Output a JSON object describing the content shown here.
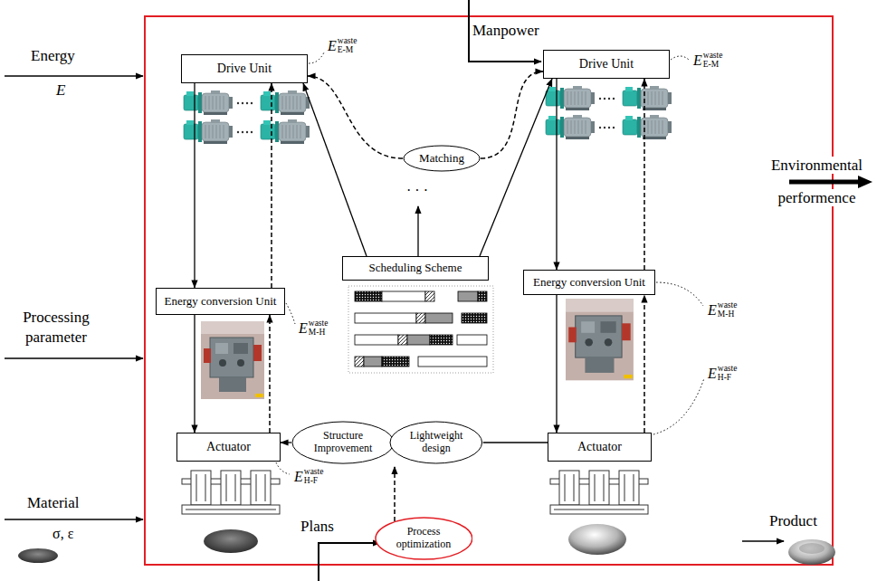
{
  "diagram": {
    "nodes": [
      {
        "text": [
          "Drive Unit"
        ]
      },
      {
        "text": [
          "Drive Unit"
        ]
      },
      {
        "text": [
          "Matching"
        ]
      },
      {
        "text": [
          "Energy conversion Unit"
        ]
      },
      {
        "text": [
          "Scheduling Scheme"
        ]
      },
      {
        "text": [
          "Energy conversion Unit"
        ]
      },
      {
        "text": [
          "Actuator"
        ]
      },
      {
        "text": [
          "Structure Improvement"
        ]
      },
      {
        "text": [
          "Lightweight design"
        ]
      },
      {
        "text": [
          "Actuator"
        ]
      },
      {
        "text": [
          "Process optimization"
        ]
      }
    ],
    "edges": [
      {
        "from": 0,
        "to": 3,
        "arrow": "to"
      },
      {
        "from": 3,
        "to": 0,
        "arrow": "to"
      },
      {
        "from": 1,
        "to": 5,
        "arrow": "to"
      },
      {
        "from": 5,
        "to": 1,
        "arrow": "to"
      },
      {
        "from": 3,
        "to": 6,
        "arrow": "to"
      },
      {
        "from": 6,
        "to": 3,
        "arrow": "to"
      },
      {
        "from": 5,
        "to": 9,
        "arrow": "to"
      },
      {
        "from": 9,
        "to": 5,
        "arrow": "to"
      },
      {
        "from": 4,
        "to": 0,
        "arrow": "to"
      },
      {
        "from": 4,
        "to": 1,
        "arrow": "to"
      },
      {
        "from": 2,
        "to": 0,
        "arrow": "to"
      },
      {
        "from": 2,
        "to": 1,
        "arrow": "to"
      },
      {
        "from": 7,
        "to": 6,
        "arrow": "to"
      },
      {
        "from": 8,
        "to": 9,
        "arrow": "none"
      }
    ],
    "labels": [
      "Energy",
      "E",
      "Processing parameter",
      "Material",
      "σ, ε",
      "Manpower",
      "Plans",
      "Environmental performence",
      "Product",
      "· · ·",
      "E",
      "waste",
      "E-M",
      "E",
      "waste",
      "E-M",
      "E",
      "waste",
      "M-H",
      "E",
      "waste",
      "M-H",
      "E",
      "waste",
      "H-F",
      "E",
      "waste",
      "H-F"
    ]
  }
}
